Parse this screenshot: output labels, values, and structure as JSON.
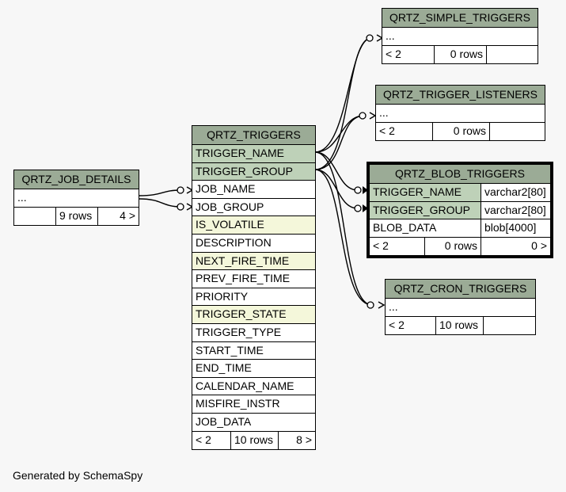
{
  "footer": "Generated by SchemaSpy",
  "tables": {
    "job_details": {
      "name": "QRTZ_JOB_DETAILS",
      "placeholder": "...",
      "footer": [
        "",
        "9 rows",
        "4 >"
      ]
    },
    "triggers": {
      "name": "QRTZ_TRIGGERS",
      "columns": [
        "TRIGGER_NAME",
        "TRIGGER_GROUP",
        "JOB_NAME",
        "JOB_GROUP",
        "IS_VOLATILE",
        "DESCRIPTION",
        "NEXT_FIRE_TIME",
        "PREV_FIRE_TIME",
        "PRIORITY",
        "TRIGGER_STATE",
        "TRIGGER_TYPE",
        "START_TIME",
        "END_TIME",
        "CALENDAR_NAME",
        "MISFIRE_INSTR",
        "JOB_DATA"
      ],
      "footer": [
        "< 2",
        "10 rows",
        "8 >"
      ]
    },
    "simple_triggers": {
      "name": "QRTZ_SIMPLE_TRIGGERS",
      "placeholder": "...",
      "footer": [
        "< 2",
        "0 rows",
        ""
      ]
    },
    "trigger_listeners": {
      "name": "QRTZ_TRIGGER_LISTENERS",
      "placeholder": "...",
      "footer": [
        "< 2",
        "0 rows",
        ""
      ]
    },
    "blob_triggers": {
      "name": "QRTZ_BLOB_TRIGGERS",
      "columns": [
        {
          "name": "TRIGGER_NAME",
          "type": "varchar2[80]"
        },
        {
          "name": "TRIGGER_GROUP",
          "type": "varchar2[80]"
        },
        {
          "name": "BLOB_DATA",
          "type": "blob[4000]"
        }
      ],
      "footer": [
        "< 2",
        "0 rows",
        "0 >"
      ]
    },
    "cron_triggers": {
      "name": "QRTZ_CRON_TRIGGERS",
      "placeholder": "...",
      "footer": [
        "< 2",
        "10 rows",
        ""
      ]
    }
  },
  "colors": {
    "header": "#9bab96",
    "primary_key": "#bed1b8",
    "indexed": "#f4f7da",
    "background": "#f7f7f7"
  }
}
